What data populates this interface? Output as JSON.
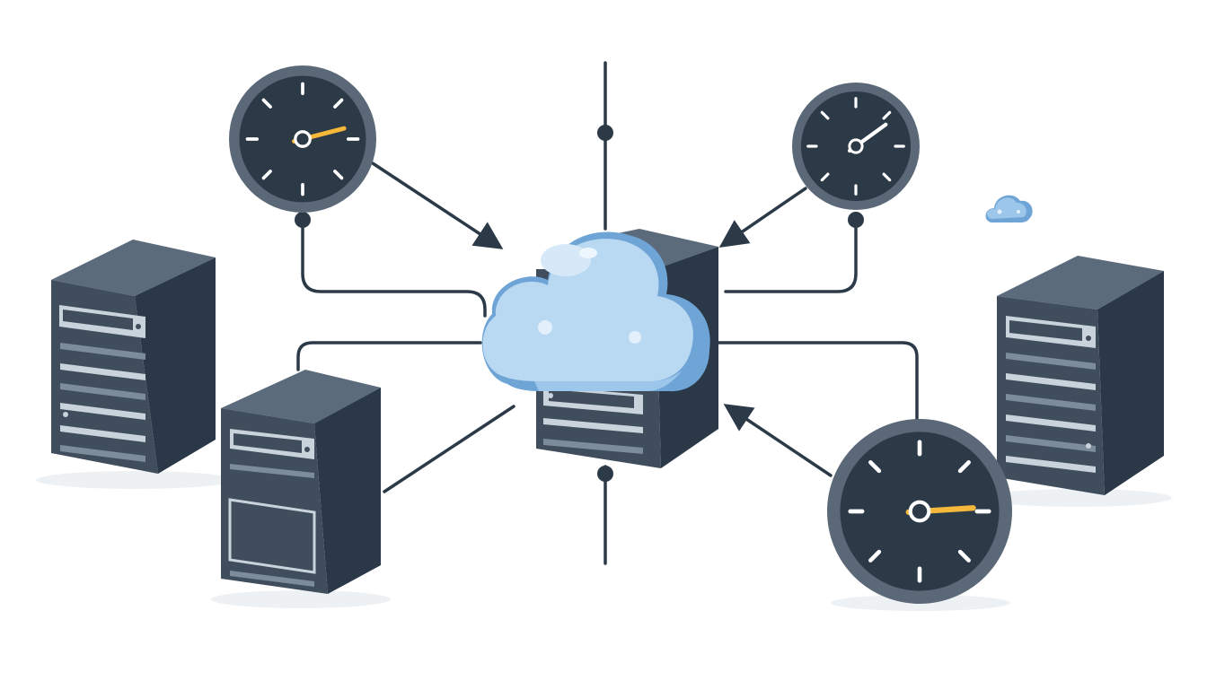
{
  "colors": {
    "background": "#ffffff",
    "server_top": "#5b6b7c",
    "server_front": "#3f4d5c",
    "server_side": "#2a3847",
    "server_slot": "#c9d3dc",
    "server_bar": "#7d8c9b",
    "gauge_ring": "#5a6877",
    "gauge_face": "#2c3a48",
    "gauge_tick": "#ffffff",
    "gauge_needle": "#f5b83a",
    "cloud_light": "#b9d8f2",
    "cloud_mid": "#9cc6ea",
    "cloud_dark": "#6fa5d6",
    "connector": "#2c3a48",
    "shadow": "#e7ebef"
  },
  "nodes": {
    "servers": [
      "server-left-tall",
      "server-left-front",
      "server-center",
      "server-right"
    ],
    "gauges": [
      {
        "name": "gauge-top-left",
        "needle_level": 0.78
      },
      {
        "name": "gauge-top-right",
        "needle_level": 0.7
      },
      {
        "name": "gauge-bottom-right",
        "needle_level": 0.82
      }
    ],
    "clouds": [
      "cloud-center",
      "cloud-small"
    ]
  },
  "icons": [
    "server-icon",
    "gauge-icon",
    "cloud-icon",
    "arrow-icon",
    "connector-node-icon"
  ]
}
